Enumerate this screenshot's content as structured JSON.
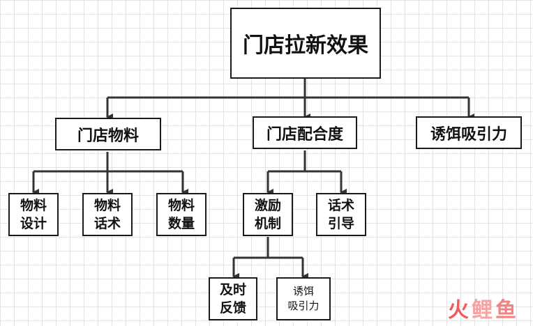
{
  "diagram": {
    "root": "门店拉新效果",
    "branch_materials": "门店物料",
    "branch_cooperation": "门店配合度",
    "branch_lure": "诱饵吸引力",
    "materials_design": [
      "物料",
      "设计"
    ],
    "materials_script": [
      "物料",
      "话术"
    ],
    "materials_quantity": [
      "物料",
      "数量"
    ],
    "incentive": [
      "激励",
      "机制"
    ],
    "script_guide": [
      "话术",
      "引导"
    ],
    "timely_feedback": [
      "及时",
      "反馈"
    ],
    "lure_sub": [
      "诱饵",
      "吸引力"
    ]
  },
  "watermark": [
    "火",
    "鲤",
    "鱼"
  ],
  "colors": {
    "line": "#333333",
    "border": "#1a1a1a",
    "grid": "#e3e3e3"
  }
}
